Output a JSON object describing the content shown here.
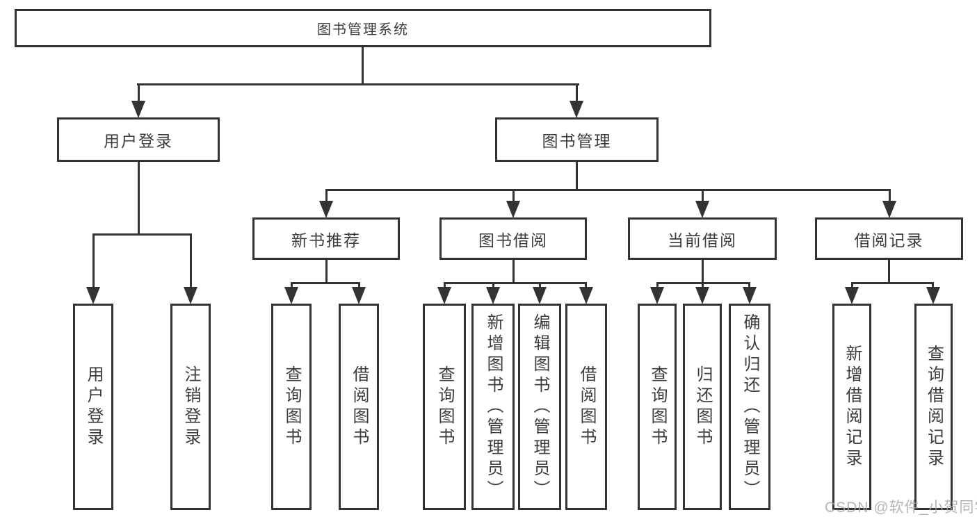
{
  "diagram_type": "hierarchy-tree",
  "tree": {
    "label": "图书管理系统",
    "children": [
      {
        "label": "用户登录",
        "children": [
          {
            "label": "用户登录"
          },
          {
            "label": "注销登录"
          }
        ]
      },
      {
        "label": "图书管理",
        "children": [
          {
            "label": "新书推荐",
            "children": [
              {
                "label": "查询图书"
              },
              {
                "label": "借阅图书"
              }
            ]
          },
          {
            "label": "图书借阅",
            "children": [
              {
                "label": "查询图书"
              },
              {
                "label": "新增图书（管理员）"
              },
              {
                "label": "编辑图书（管理员）"
              },
              {
                "label": "借阅图书"
              }
            ]
          },
          {
            "label": "当前借阅",
            "children": [
              {
                "label": "查询图书"
              },
              {
                "label": "归还图书"
              },
              {
                "label": "确认归还（管理员）"
              }
            ]
          },
          {
            "label": "借阅记录",
            "children": [
              {
                "label": "新增借阅记录"
              },
              {
                "label": "查询借阅记录"
              }
            ]
          }
        ]
      }
    ]
  },
  "watermark": "CSDN @软件_小贺同学",
  "colors": {
    "line": "#333333",
    "text": "#3c3c3c",
    "background": "#ffffff",
    "watermark": "#a8a8a8"
  }
}
